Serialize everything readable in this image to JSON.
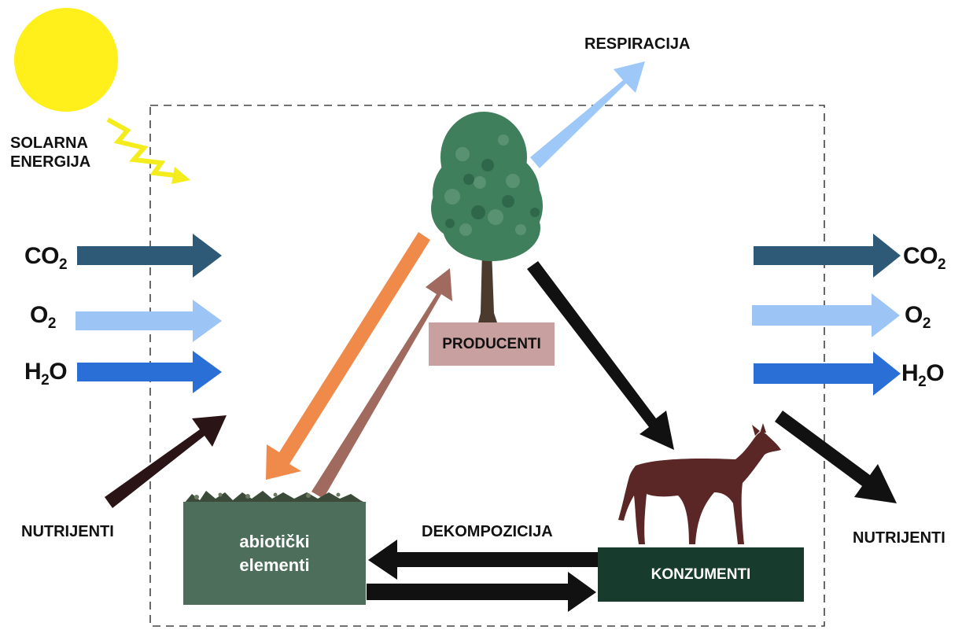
{
  "labels": {
    "solar_line1": "SOLARNA",
    "solar_line2": "ENERGIJA",
    "respiration": "RESPIRACIJA",
    "producers": "PRODUCENTI",
    "consumers": "KONZUMENTI",
    "abiotic_line1": "abiotički",
    "abiotic_line2": "elementi",
    "decomposition": "DEKOMPOZICIJA",
    "nutrients_in": "NUTRIJENTI",
    "nutrients_out": "NUTRIJENTI"
  },
  "inputs": {
    "co2": {
      "base": "CO",
      "sub": "2"
    },
    "o2": {
      "base": "O",
      "sub": "2"
    },
    "h2o": {
      "base": "H",
      "sub": "2",
      "tail": "O"
    }
  },
  "outputs": {
    "co2": {
      "base": "CO",
      "sub": "2"
    },
    "o2": {
      "base": "O",
      "sub": "2"
    },
    "h2o": {
      "base": "H",
      "sub": "2",
      "tail": "O"
    }
  },
  "colors": {
    "sun": "#ffef1a",
    "lightning": "#f4ec1c",
    "co2_arrow": "#2e5a78",
    "o2_arrow": "#9cc4f4",
    "h2o_arrow": "#2a6fd6",
    "respiration_arrow": "#9ec8f8",
    "nutrient_arrow": "#2a1416",
    "producers_box": "#c9a0a0",
    "abiotic_box": "#4c6e5a",
    "consumers_box": "#173b2d",
    "tree_canopy": "#3f7f5c",
    "tree_trunk": "#4b3a2e",
    "deer": "#5a2626",
    "orange_arrow": "#ef8a4a",
    "brown_arrow": "#a06a5e",
    "black_arrow": "#111111"
  }
}
